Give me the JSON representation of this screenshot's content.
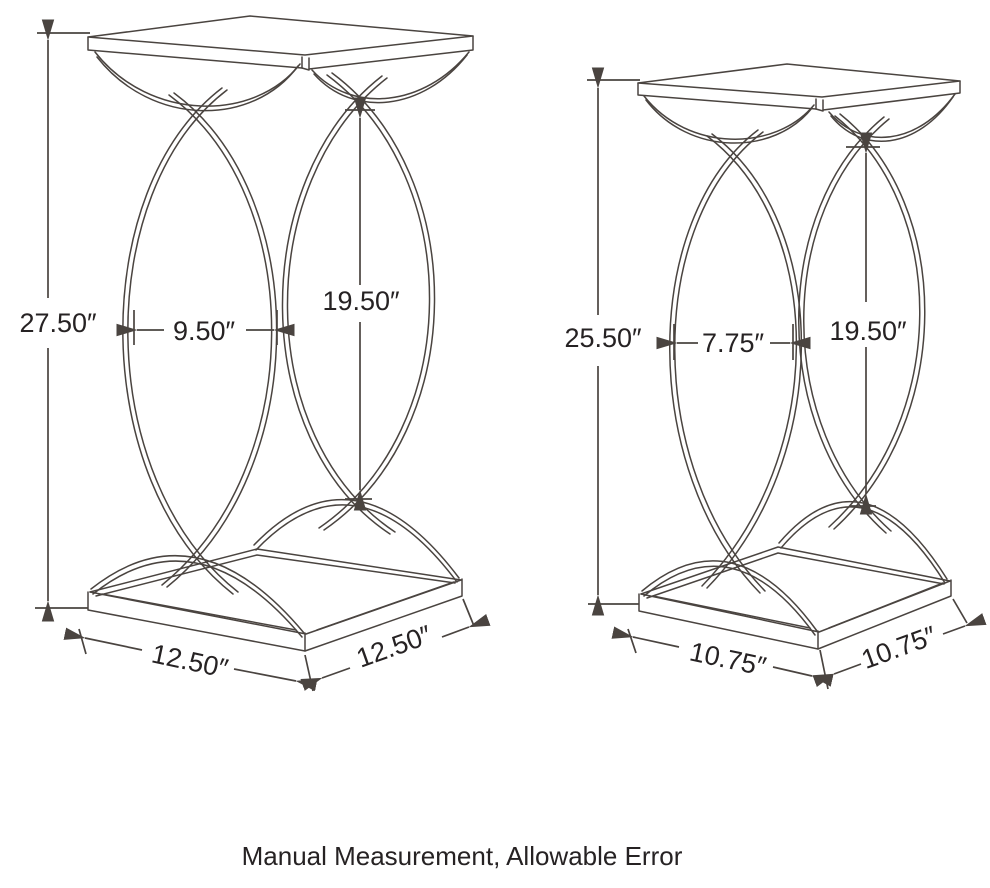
{
  "caption": "Manual Measurement, Allowable Error",
  "dimensions": {
    "large": {
      "height": "27.50″",
      "inner_width": "9.50″",
      "inner_height": "19.50″",
      "base_front_left": "12.50″",
      "base_front_right": "12.50″"
    },
    "small": {
      "height": "25.50″",
      "inner_width": "7.75″",
      "inner_height": "19.50″",
      "base_front_left": "10.75″",
      "base_front_right": "10.75″"
    }
  },
  "colors": {
    "line": "#4a4440",
    "text": "#262223",
    "background": "#ffffff"
  }
}
